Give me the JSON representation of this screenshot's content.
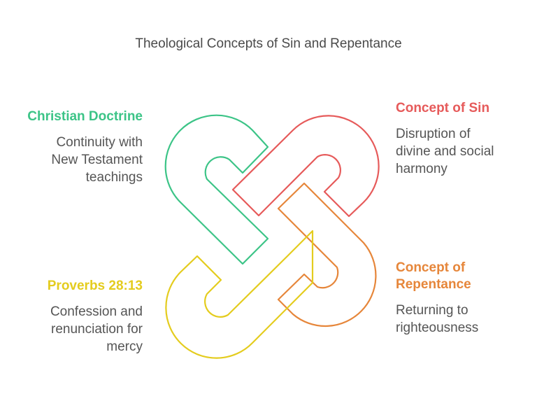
{
  "title": "Theological Concepts of Sin and Repentance",
  "colors": {
    "green": "#3cc487",
    "red": "#e65a5a",
    "orange": "#e6863a",
    "yellow": "#e4cc1e",
    "text": "#555555",
    "title": "#4a4a4a"
  },
  "items": [
    {
      "position": "top-left",
      "heading": "Christian Doctrine",
      "description_lines": [
        "Continuity with",
        "New Testament",
        "teachings"
      ],
      "color": "#3cc487"
    },
    {
      "position": "top-right",
      "heading": "Concept of Sin",
      "description_lines": [
        "Disruption of",
        "divine and social",
        "harmony"
      ],
      "color": "#e65a5a"
    },
    {
      "position": "bottom-left",
      "heading": "Proverbs 28:13",
      "description_lines": [
        "Confession and",
        "renunciation for",
        "mercy"
      ],
      "color": "#e4cc1e"
    },
    {
      "position": "bottom-right",
      "heading_lines": [
        "Concept of",
        "Repentance"
      ],
      "heading": "Concept of Repentance",
      "description_lines": [
        "Returning to",
        "righteousness"
      ],
      "color": "#e6863a"
    }
  ],
  "graphic": {
    "type": "interlocking-knot",
    "links": [
      "green",
      "red",
      "orange",
      "yellow"
    ]
  }
}
